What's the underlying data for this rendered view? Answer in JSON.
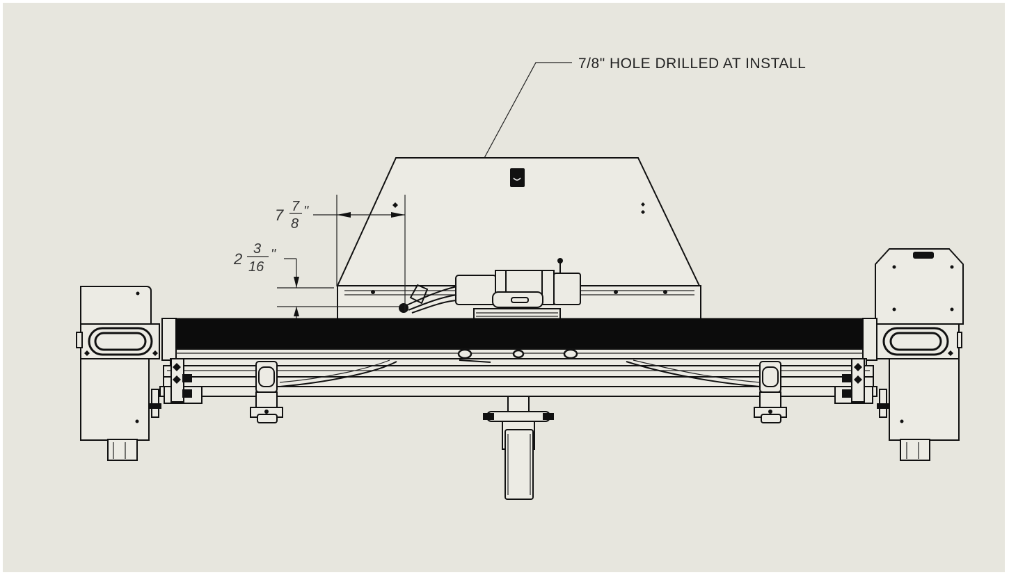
{
  "callout": {
    "text": "7/8\" HOLE DRILLED AT INSTALL"
  },
  "dimensions": {
    "horizontal": {
      "whole": "7",
      "numerator": "7",
      "denominator": "8",
      "unit": "\""
    },
    "vertical": {
      "whole": "2",
      "numerator": "3",
      "denominator": "16",
      "unit": "\""
    }
  }
}
